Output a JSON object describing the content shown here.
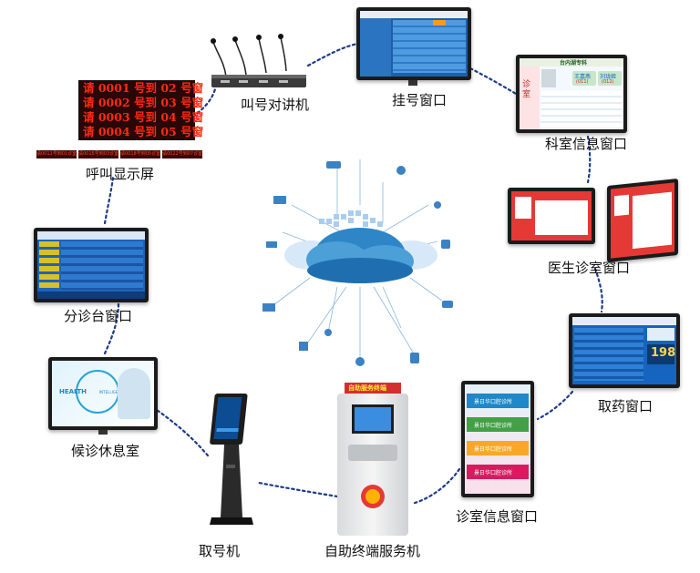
{
  "labels": {
    "intercom": "叫号对讲机",
    "registration": "挂号窗口",
    "dept_info": "科室信息窗口",
    "call_display": "呼叫显示屏",
    "doctor_window": "医生诊室窗口",
    "triage": "分诊台窗口",
    "pharmacy": "取药窗口",
    "waiting_room": "候诊休息室",
    "kiosk_ticket": "取号机",
    "self_service": "自助终端服务机",
    "clinic_info": "诊室信息窗口"
  },
  "led_board": {
    "rows": [
      "请 0001 号到 02 号窗",
      "请 0002 号到 03 号窗",
      "请 0003 号到 04 号窗",
      "请 0004 号到 05 号窗"
    ],
    "strips": [
      "请0011号到01诊室",
      "请0015号到03诊室",
      "请0018号到05诊室",
      "请0022号到07诊室"
    ]
  },
  "dept_screen": {
    "title": "台内湖专科",
    "side_label": "诊 室",
    "doctors": [
      "王嘉燕",
      "刘珑姬"
    ],
    "rooms": [
      "(011)",
      "(012)"
    ]
  },
  "pharmacy_screen": {
    "counter": "198"
  },
  "clinic_screen": {
    "items": [
      "景日华口腔诊所",
      "景日华口腔诊所",
      "景日华口腔诊所",
      "景日华口腔诊所"
    ]
  },
  "self_service_kiosk": {
    "header": "自助服务终端"
  },
  "waiting_screen": {
    "words": [
      "HEALTH",
      "INTELLIGENT MEDICAL"
    ]
  },
  "colors": {
    "link": "#1e3a8a",
    "cloud": "#2f86c7",
    "led_text": "#ff2a12",
    "screen_blue": "#1565c0"
  }
}
